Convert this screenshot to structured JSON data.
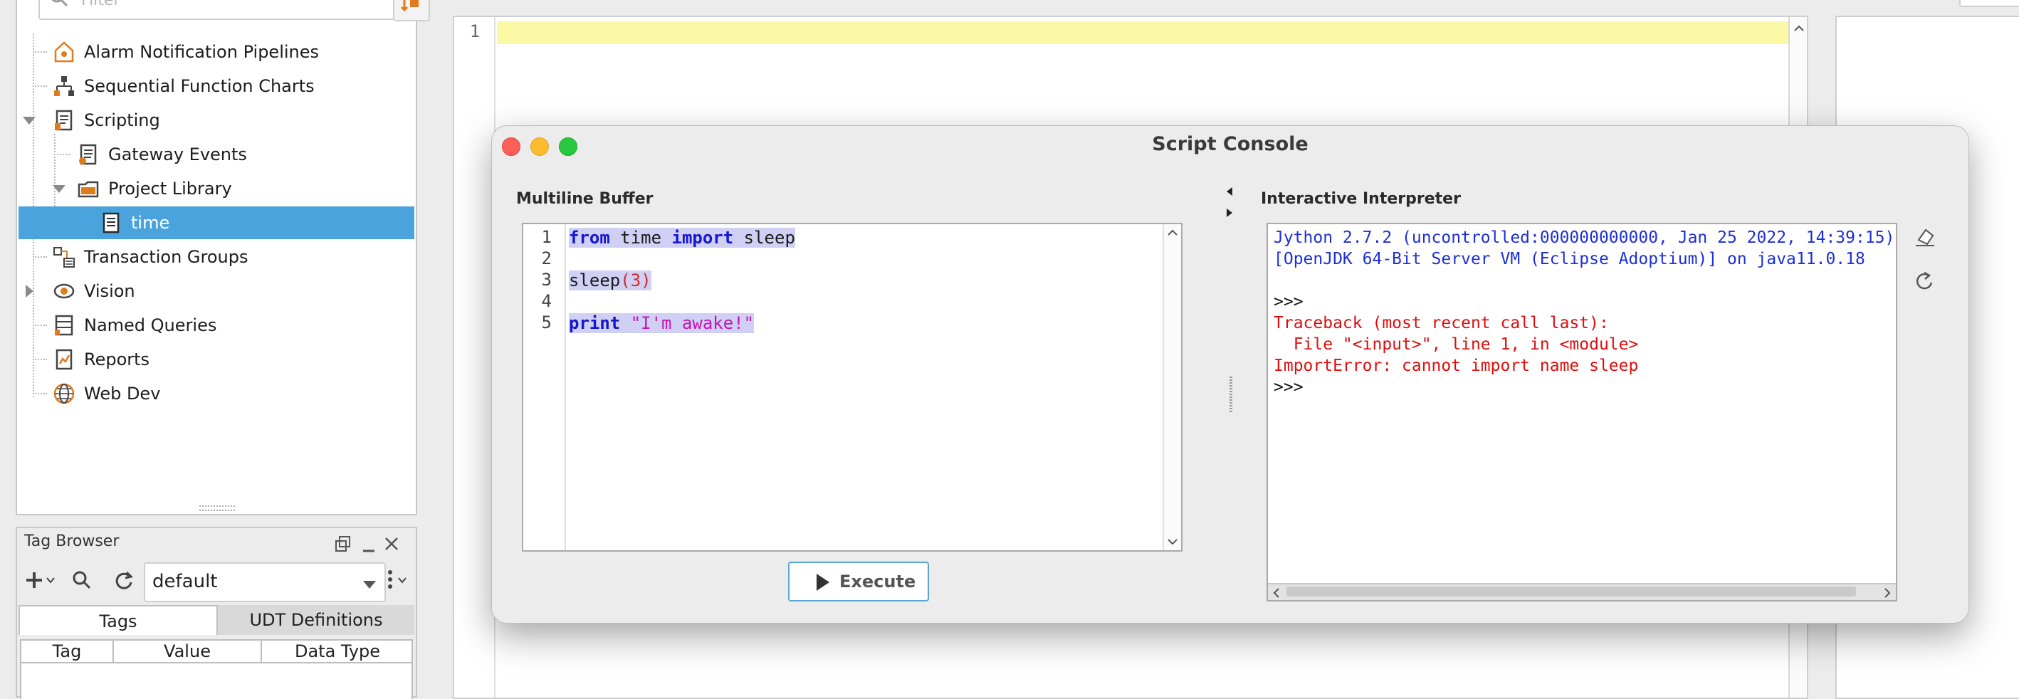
{
  "project_tree": {
    "filter_placeholder": "Filter",
    "items": [
      {
        "label": "Alarm Notification Pipelines",
        "icon": "alarm-pipeline-icon"
      },
      {
        "label": "Sequential Function Charts",
        "icon": "sfc-chart-icon"
      },
      {
        "label": "Scripting",
        "icon": "scripting-icon",
        "expanded": true
      },
      {
        "label": "Gateway Events",
        "icon": "gateway-events-icon"
      },
      {
        "label": "Project Library",
        "icon": "project-library-icon",
        "expanded": true
      },
      {
        "label": "time",
        "icon": "script-file-icon",
        "selected": true
      },
      {
        "label": "Transaction Groups",
        "icon": "transaction-groups-icon"
      },
      {
        "label": "Vision",
        "icon": "vision-icon",
        "expanded": false
      },
      {
        "label": "Named Queries",
        "icon": "named-queries-icon"
      },
      {
        "label": "Reports",
        "icon": "reports-icon"
      },
      {
        "label": "Web Dev",
        "icon": "web-dev-icon"
      }
    ]
  },
  "tag_browser": {
    "title": "Tag Browser",
    "provider": "default",
    "tabs": [
      {
        "label": "Tags",
        "active": true
      },
      {
        "label": "UDT Definitions",
        "active": false
      }
    ],
    "columns": [
      "Tag",
      "Value",
      "Data Type"
    ]
  },
  "background_editor": {
    "line_number": "1"
  },
  "script_console": {
    "title": "Script Console",
    "buffer_label": "Multiline Buffer",
    "interpreter_label": "Interactive Interpreter",
    "execute_label": "Execute",
    "code_lines": [
      {
        "n": "1",
        "tokens": [
          {
            "t": "from",
            "c": "kw"
          },
          {
            "t": " time ",
            "c": "id"
          },
          {
            "t": "import",
            "c": "kw"
          },
          {
            "t": " sleep",
            "c": "id"
          }
        ]
      },
      {
        "n": "2",
        "tokens": []
      },
      {
        "n": "3",
        "tokens": [
          {
            "t": "sleep",
            "c": "id"
          },
          {
            "t": "(3)",
            "c": "num"
          }
        ]
      },
      {
        "n": "4",
        "tokens": []
      },
      {
        "n": "5",
        "tokens": [
          {
            "t": "print",
            "c": "kw"
          },
          {
            "t": " \"I'm awake!\"",
            "c": "str"
          }
        ]
      }
    ],
    "output_lines": [
      {
        "text": "Jython 2.7.2 (uncontrolled:000000000000, Jan 25 2022, 14:39:15)",
        "color": "blue"
      },
      {
        "text": "[OpenJDK 64-Bit Server VM (Eclipse Adoptium)] on java11.0.18",
        "color": "blue"
      },
      {
        "text": "",
        "color": "blk"
      },
      {
        "text": ">>>",
        "color": "blk"
      },
      {
        "text": "Traceback (most recent call last):",
        "color": "red"
      },
      {
        "text": "  File \"<input>\", line 1, in <module>",
        "color": "red"
      },
      {
        "text": "ImportError: cannot import name sleep",
        "color": "red"
      },
      {
        "text": ">>>",
        "color": "blk"
      }
    ]
  },
  "colors": {
    "selection": "#4aa3dd",
    "keyword": "#1616d1",
    "string": "#c316b6",
    "number": "#d22a2a",
    "error": "#e00d0d",
    "banner": "#1c2fd6",
    "close": "#fe5f57",
    "minimize": "#febc2e",
    "zoom": "#28c840"
  }
}
